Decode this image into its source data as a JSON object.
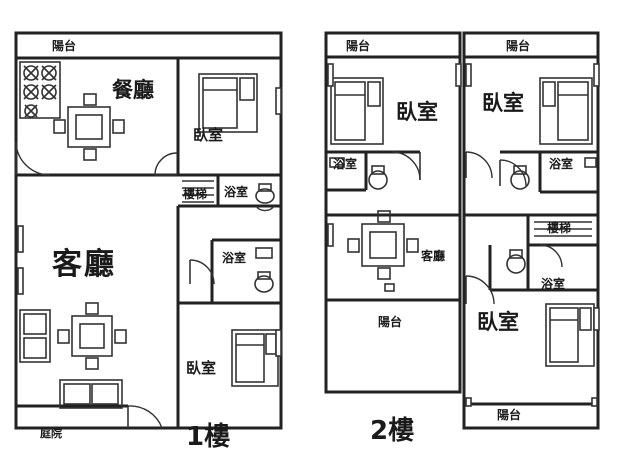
{
  "title_floor1": "1樓",
  "title_floor2": "2樓",
  "floor1": {
    "balcony_top": "陽台",
    "dining": "餐廳",
    "bedroom_top": "臥室",
    "stairs": "樓梯",
    "bath_top": "浴室",
    "living": "客廳",
    "bath_mid": "浴室",
    "bedroom_bottom": "臥室",
    "courtyard": "庭院"
  },
  "floor2": {
    "balcony_left": "陽台",
    "balcony_right": "陽台",
    "bedroom_left": "臥室",
    "bedroom_right": "臥室",
    "bath_left": "浴室",
    "bath_right": "浴室",
    "living": "客廳",
    "stairs": "樓梯",
    "bath_lower_right": "浴室",
    "bedroom_lower": "臥室",
    "balcony_mid": "陽台",
    "balcony_bottom": "陽台"
  },
  "colors": {
    "wall": "#222222",
    "furniture": "#3a3a3a",
    "text": "#1a1a1a",
    "background": "#ffffff"
  }
}
